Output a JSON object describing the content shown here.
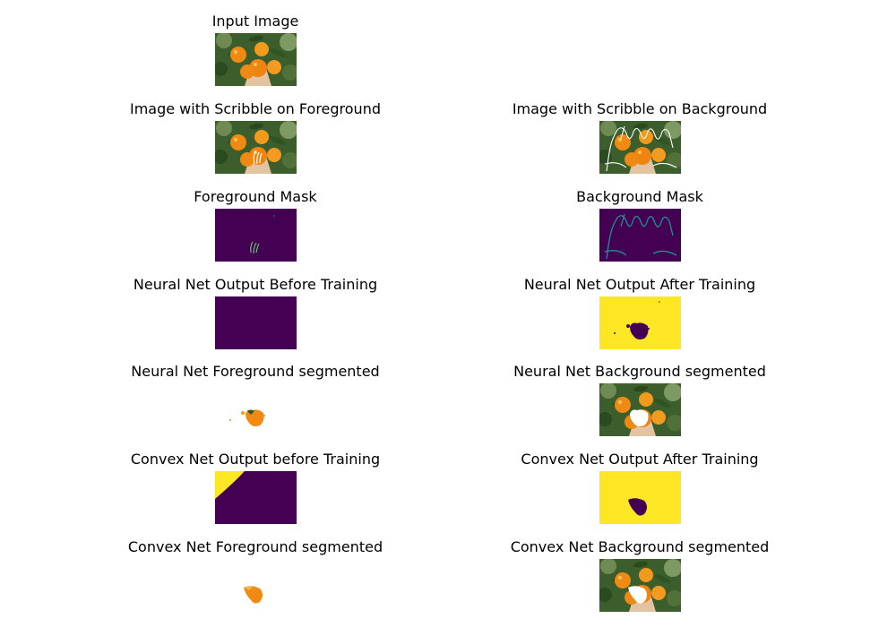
{
  "colors": {
    "viridis_dark": "#440154",
    "viridis_yellow": "#fde725",
    "viridis_teal": "#21908c",
    "viridis_green": "#5ec962",
    "orange": "#f08a12",
    "leaf": "#2f5a24"
  },
  "panels": [
    {
      "title": "Input Image"
    },
    {
      "title": "Image with Scribble on Foreground"
    },
    {
      "title": "Image with Scribble on Background"
    },
    {
      "title": "Foreground Mask"
    },
    {
      "title": "Background Mask"
    },
    {
      "title": "Neural Net Output Before Training"
    },
    {
      "title": "Neural Net Output After Training"
    },
    {
      "title": "Neural Net Foreground segmented"
    },
    {
      "title": "Neural Net Background segmented"
    },
    {
      "title": "Convex Net Output before Training"
    },
    {
      "title": "Convex Net Output After Training"
    },
    {
      "title": "Convex Net Foreground segmented"
    },
    {
      "title": "Convex Net Background segmented"
    }
  ]
}
